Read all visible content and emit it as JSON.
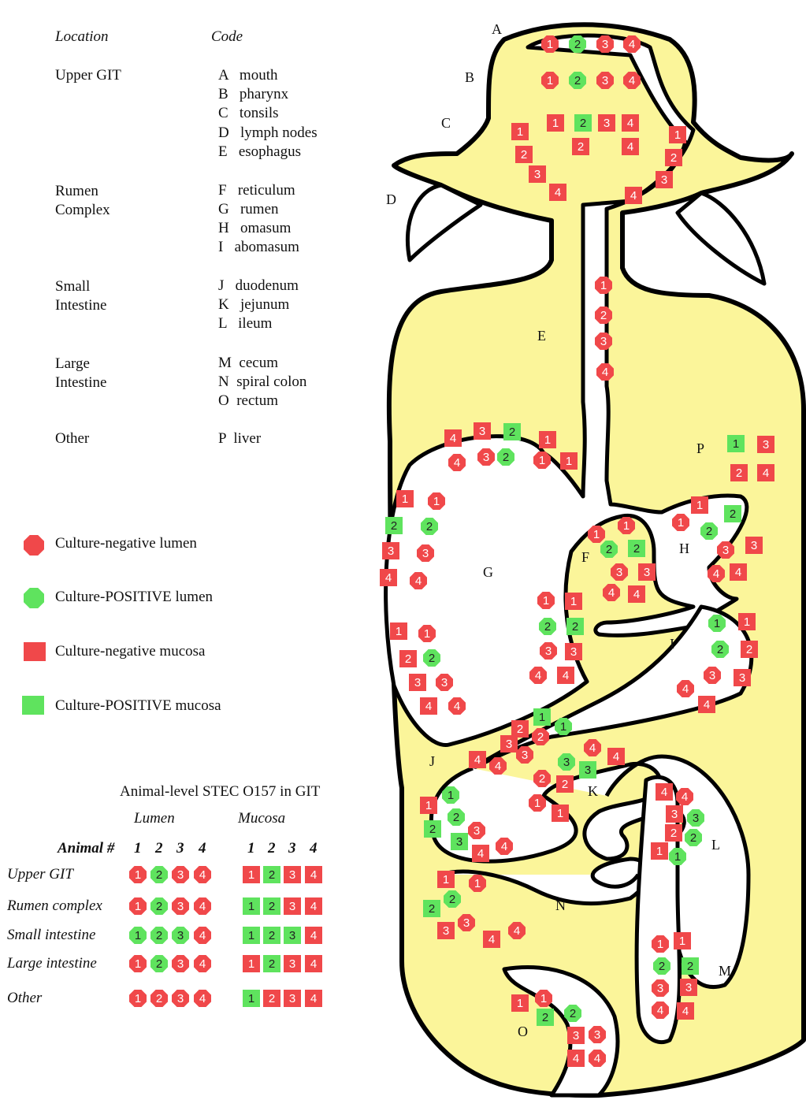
{
  "legend_header": {
    "location": "Location",
    "code": "Code"
  },
  "locations": [
    {
      "group": "Upper GIT",
      "codes": [
        "A   mouth",
        "B   pharynx",
        "C   tonsils",
        "D   lymph nodes",
        "E   esophagus"
      ]
    },
    {
      "group": "Rumen\nComplex",
      "codes": [
        "F   reticulum",
        "G   rumen",
        "H   omasum",
        "I   abomasum"
      ]
    },
    {
      "group": "Small\nIntestine",
      "codes": [
        "J   duodenum",
        "K   jejunum",
        "L   ileum"
      ]
    },
    {
      "group": "Large\nIntestine",
      "codes": [
        "M  cecum",
        "N  spiral colon",
        "O  rectum"
      ]
    },
    {
      "group": "Other",
      "codes": [
        "P  liver"
      ]
    }
  ],
  "marker_legend": [
    {
      "shape": "octagon",
      "color": "#f0484a",
      "label": "Culture-negative lumen"
    },
    {
      "shape": "octagon",
      "color": "#5fe35e",
      "label": "Culture-POSITIVE lumen"
    },
    {
      "shape": "square",
      "color": "#f0484a",
      "label": "Culture-negative mucosa"
    },
    {
      "shape": "square",
      "color": "#5fe35e",
      "label": "Culture-POSITIVE mucosa"
    }
  ],
  "table": {
    "title": "Animal-level STEC O157 in GIT",
    "lumen_header": "Lumen",
    "mucosa_header": "Mucosa",
    "animal_header": "Animal #",
    "animal_numbers": [
      "1",
      "2",
      "3",
      "4"
    ],
    "rows": [
      {
        "label": "Upper GIT",
        "lumen": [
          0,
          1,
          0,
          0
        ],
        "mucosa": [
          0,
          1,
          0,
          0
        ]
      },
      {
        "label": "Rumen complex",
        "lumen": [
          0,
          1,
          0,
          0
        ],
        "mucosa": [
          1,
          1,
          0,
          0
        ]
      },
      {
        "label": "Small intestine",
        "lumen": [
          1,
          1,
          1,
          0
        ],
        "mucosa": [
          1,
          1,
          1,
          0
        ]
      },
      {
        "label": "Large intestine",
        "lumen": [
          0,
          1,
          0,
          0
        ],
        "mucosa": [
          0,
          1,
          0,
          0
        ]
      },
      {
        "label": "Other",
        "lumen": [
          0,
          0,
          0,
          0
        ],
        "mucosa": [
          1,
          0,
          0,
          0
        ]
      }
    ]
  },
  "site_labels": [
    "A",
    "B",
    "C",
    "D",
    "E",
    "F",
    "G",
    "H",
    "I",
    "J",
    "K",
    "L",
    "M",
    "N",
    "O",
    "P"
  ],
  "colors": {
    "organ_fill": "#fbf59a",
    "outline": "#000000",
    "negative": "#f0484a",
    "positive": "#5fe35e"
  }
}
